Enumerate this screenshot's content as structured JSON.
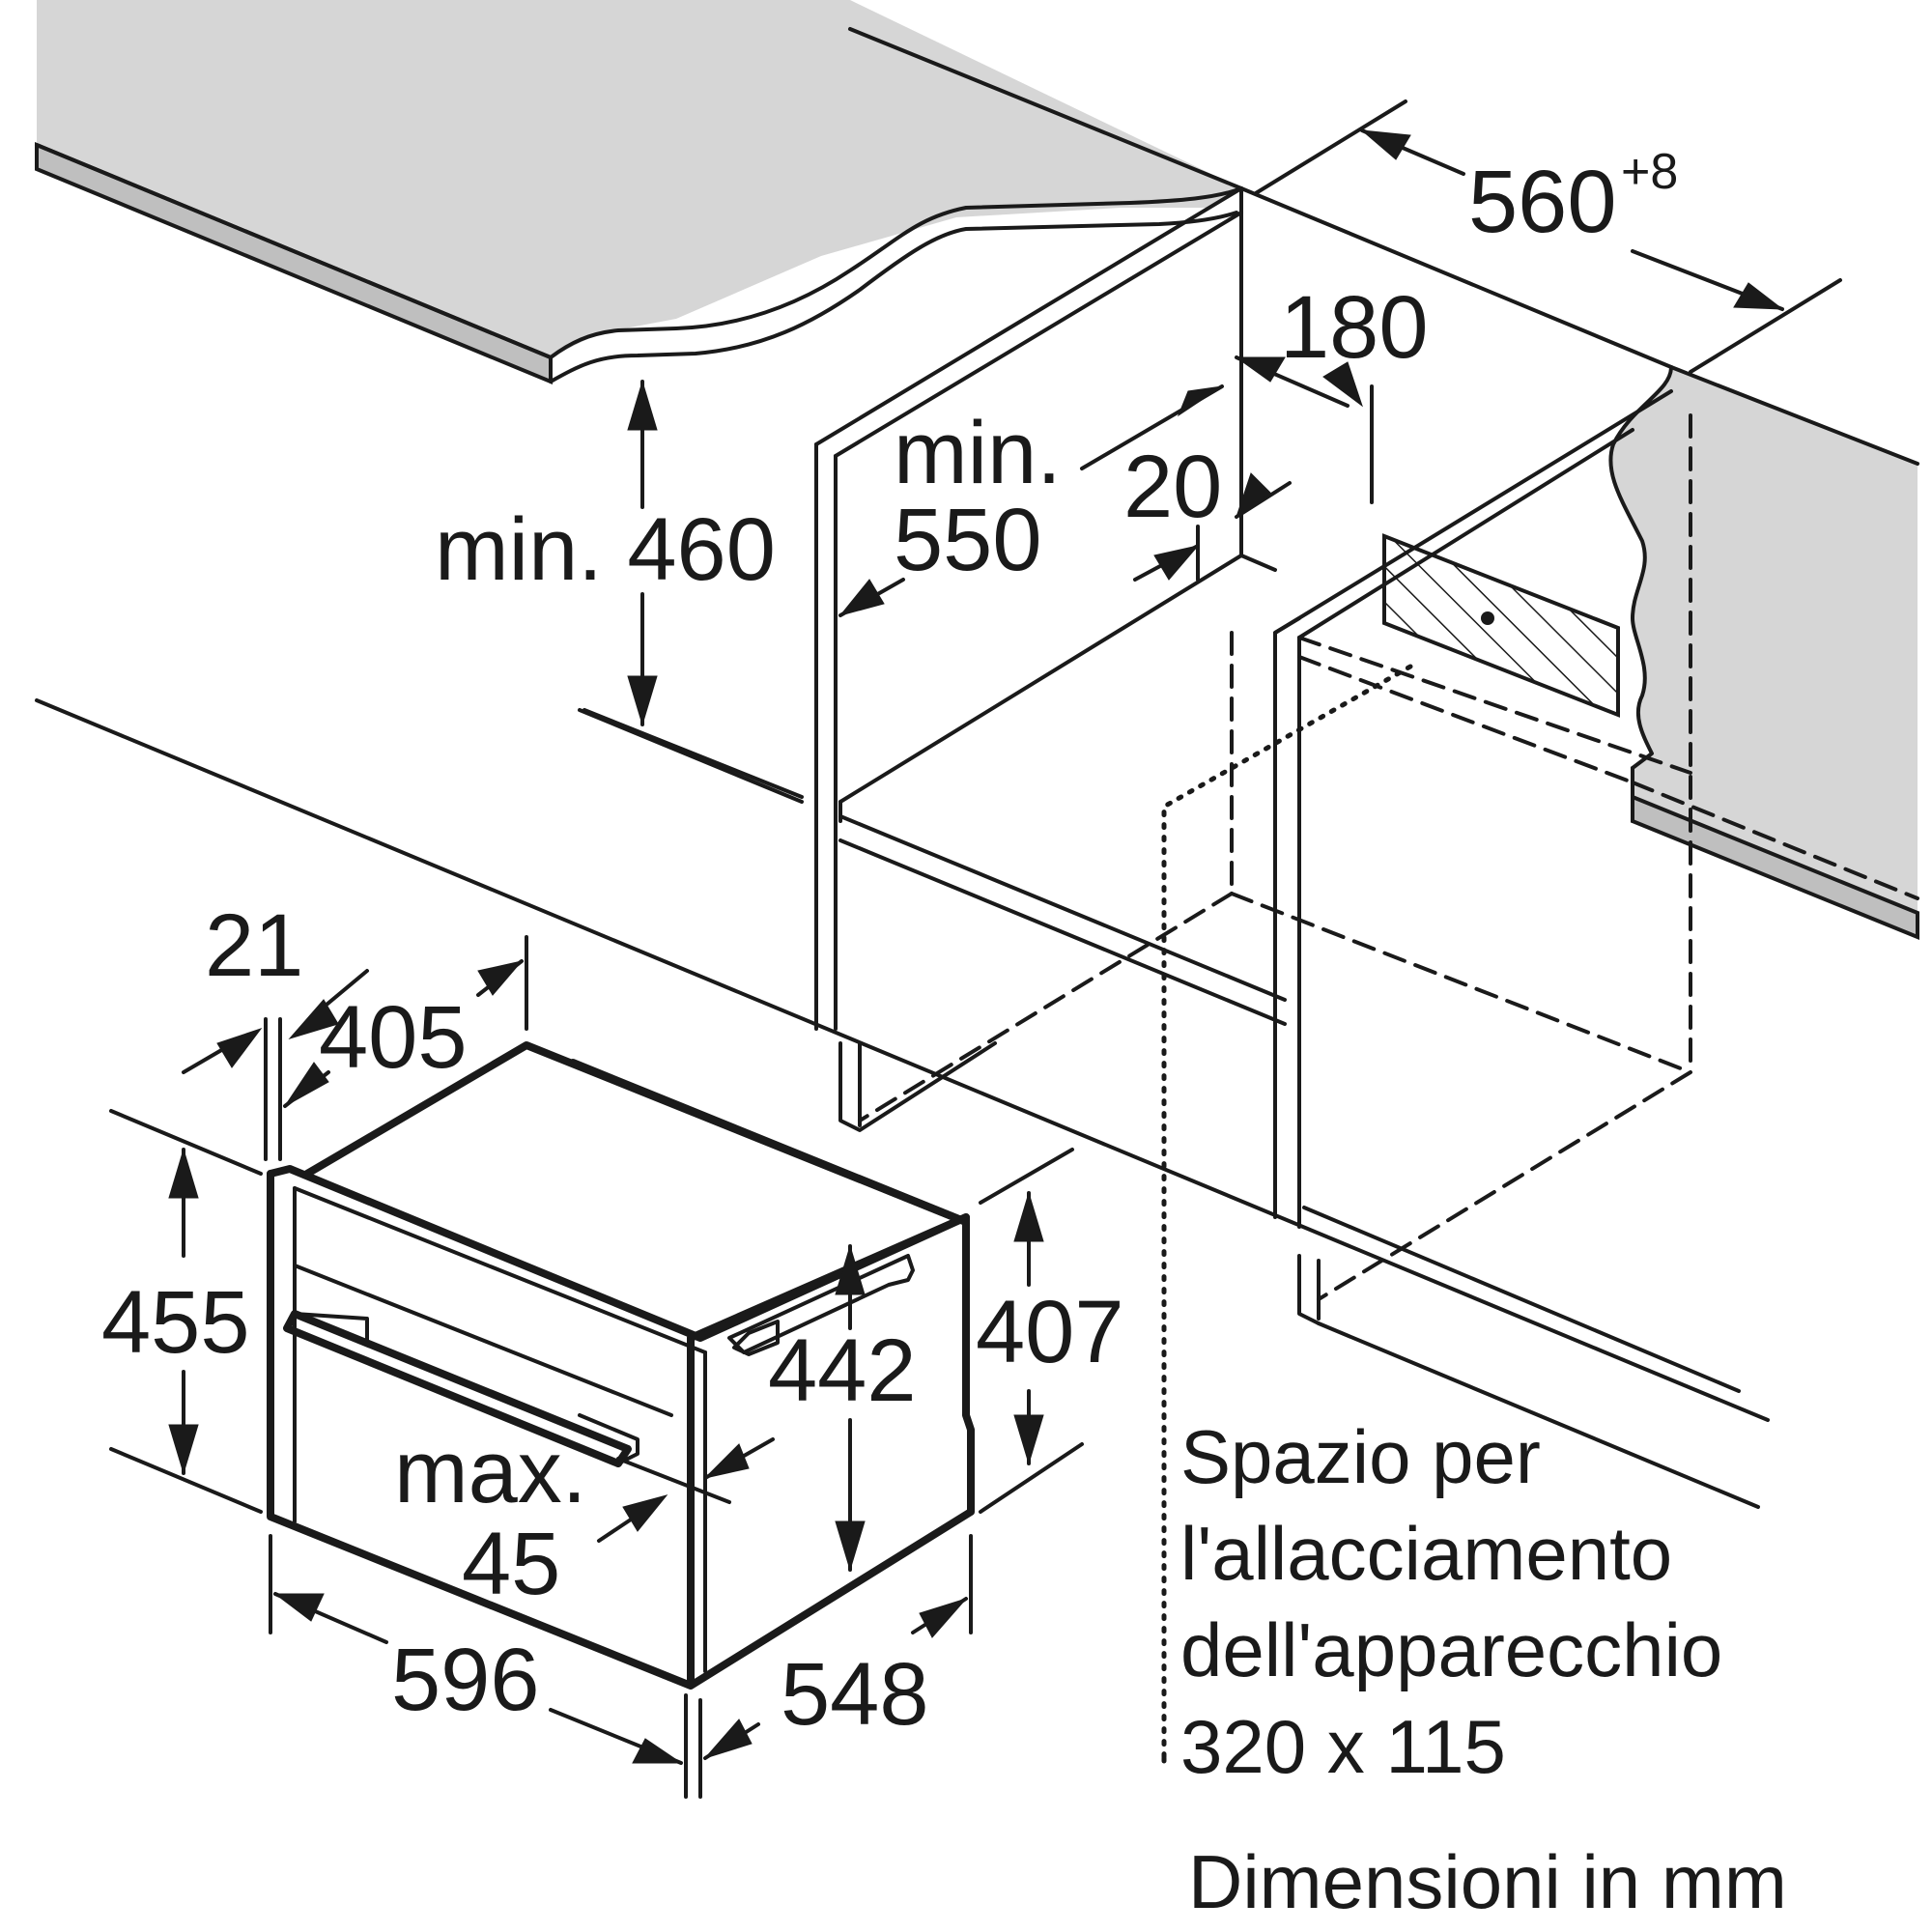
{
  "dimensions": {
    "niche_width": "560",
    "niche_width_tolerance": "+8",
    "offset_180": "180",
    "offset_20": "20",
    "min_height_label": "min. 460",
    "min_depth_prefix": "min.",
    "min_depth_value": "550",
    "front_21": "21",
    "depth_405": "405",
    "height_455": "455",
    "inner_442": "442",
    "height_407": "407",
    "max_prefix": "max.",
    "max_value": "45",
    "width_596": "596",
    "depth_548": "548"
  },
  "connection_note": {
    "line1": "Spazio per",
    "line2": "l'allacciamento",
    "line3": "dell'apparecchio",
    "line4": "320 x 115"
  },
  "units_caption": "Dimensioni in mm",
  "colors": {
    "line": "#1a1a1a",
    "countertop": "#d6d6d6",
    "countertop_edge": "#bfbfbf"
  }
}
